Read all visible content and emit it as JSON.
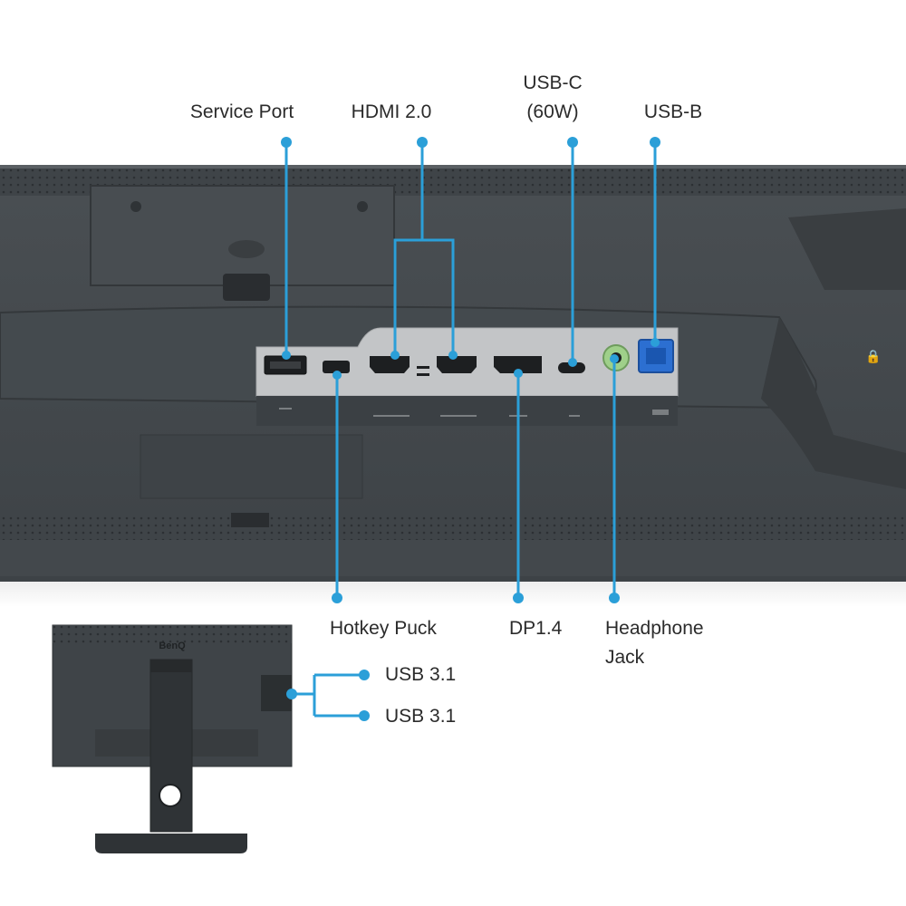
{
  "accent_color": "#2b9fd8",
  "labels": {
    "service_port": "Service Port",
    "hdmi": "HDMI 2.0",
    "usb_c_line1": "USB-C",
    "usb_c_line2": "(60W)",
    "usb_b": "USB-B",
    "hotkey_puck": "Hotkey Puck",
    "dp": "DP1.4",
    "headphone_line1": "Headphone",
    "headphone_line2": "Jack",
    "usb31_a": "USB 3.1",
    "usb31_b": "USB 3.1"
  },
  "brand": "BenQ"
}
